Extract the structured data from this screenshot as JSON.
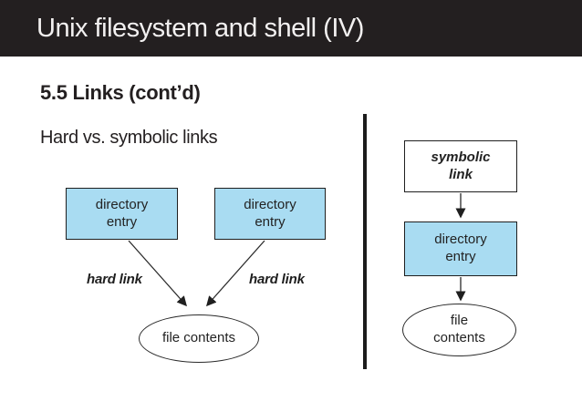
{
  "slide": {
    "title": "Unix filesystem and shell (IV)",
    "heading": "5.5 Links (cont’d)",
    "subheading": "Hard vs. symbolic links"
  },
  "hard_link_diagram": {
    "directory_entry_left": "directory\nentry",
    "directory_entry_right": "directory\nentry",
    "hard_link_label_left": "hard link",
    "hard_link_label_right": "hard link",
    "file_contents": "file contents"
  },
  "symbolic_link_diagram": {
    "symbolic_link": "symbolic\nlink",
    "directory_entry": "directory\nentry",
    "file_contents": "file\ncontents"
  },
  "colors": {
    "titlebar_bg": "#231f20",
    "titlebar_text": "#f2f0f0",
    "directory_box_fill": "#a9dcf2",
    "box_border": "#1f1f1f",
    "connector_line": "#2a2a2a"
  }
}
